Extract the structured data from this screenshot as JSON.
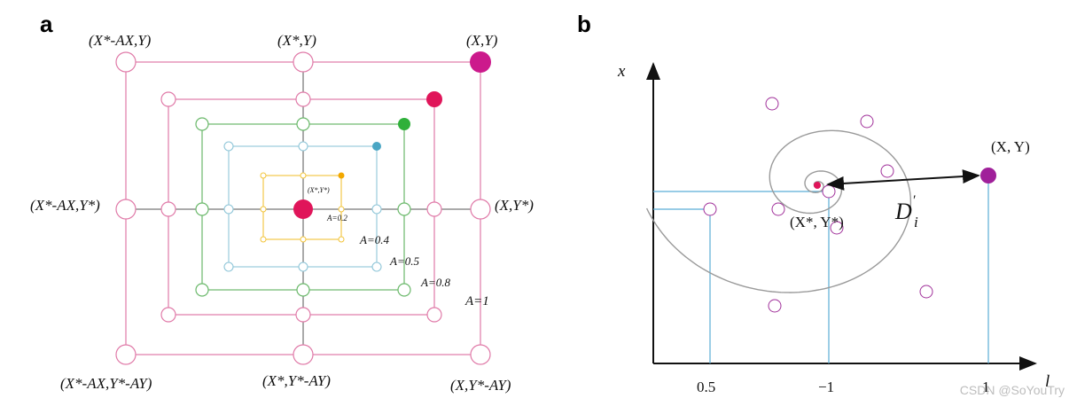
{
  "panel_a": {
    "label": "a",
    "corner_labels": {
      "top_left": "(X*-AX,Y)",
      "top_mid": "(X*,Y)",
      "top_right": "(X,Y)",
      "mid_left": "(X*-AX,Y*)",
      "mid_right": "(X,Y*)",
      "bot_left": "(X*-AX,Y*-AY)",
      "bot_mid": "(X*,Y*-AY)",
      "bot_right": "(X,Y*-AY)"
    },
    "center_label": "(X*,Y*)",
    "squares": [
      {
        "A": "A=0.2",
        "color": "#f0c020"
      },
      {
        "A": "A=0.4",
        "color": "#6db4cc"
      },
      {
        "A": "A=0.5",
        "color": "#4fb04f"
      },
      {
        "A": "A=0.8",
        "color": "#e05a8a"
      },
      {
        "A": "A=1",
        "color": "#e05a8a"
      }
    ],
    "colors": {
      "best": "#e0156b",
      "large": "#cc1a8c"
    }
  },
  "panel_b": {
    "label": "b",
    "axis_x": "x",
    "axis_l": "l",
    "point_label": "(X, Y)",
    "center_label": "(X*, Y*)",
    "distance_label": "D",
    "distance_sup": "′",
    "distance_sub": "i",
    "ticks": [
      "0.5",
      "−1",
      "1"
    ]
  },
  "watermark": "CSDN @SoYouTry"
}
